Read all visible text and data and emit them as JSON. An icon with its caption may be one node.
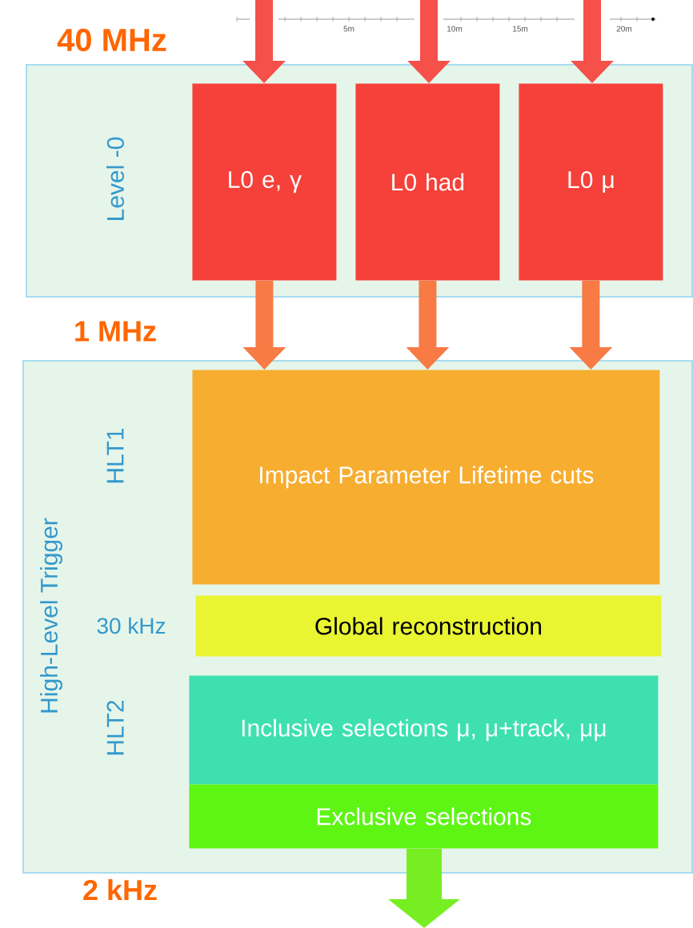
{
  "diagram": {
    "nodes": [
      {
        "text": [
          "Level -0"
        ]
      },
      {
        "text": [
          "L0 e, γ"
        ],
        "in": 0
      },
      {
        "text": [
          "L0 had"
        ],
        "in": 0
      },
      {
        "text": [
          "L0 μ"
        ],
        "in": 0
      },
      {
        "text": [
          "High-Level Trigger"
        ]
      },
      {
        "text": [
          "Impact Parameter Lifetime cuts"
        ],
        "in": 4
      },
      {
        "text": [
          "Global reconstruction"
        ],
        "in": 4
      },
      {
        "text": [
          "Inclusive selections μ, μ+track, μμ"
        ],
        "in": 4
      },
      {
        "text": [
          "Exclusive selections"
        ],
        "in": 4
      }
    ],
    "edges": [
      {
        "from": null,
        "to": 1,
        "arrow": "to",
        "color": "#f5504a"
      },
      {
        "from": null,
        "to": 2,
        "arrow": "to",
        "color": "#f5504a"
      },
      {
        "from": null,
        "to": 3,
        "arrow": "to",
        "color": "#f5504a"
      },
      {
        "from": 1,
        "to": 5,
        "arrow": "to",
        "color": "#f87a45"
      },
      {
        "from": 2,
        "to": 5,
        "arrow": "to",
        "color": "#f87a45"
      },
      {
        "from": 3,
        "to": 5,
        "arrow": "to",
        "color": "#f87a45"
      },
      {
        "from": 8,
        "to": null,
        "arrow": "to",
        "color": "#77ee22",
        "style": "thick"
      }
    ],
    "labels": [
      "5m",
      "10m",
      "15m",
      "20m",
      "40 MHz",
      "1 MHz",
      "HLT1",
      "30 kHz",
      "HLT2",
      "2 kHz"
    ]
  }
}
